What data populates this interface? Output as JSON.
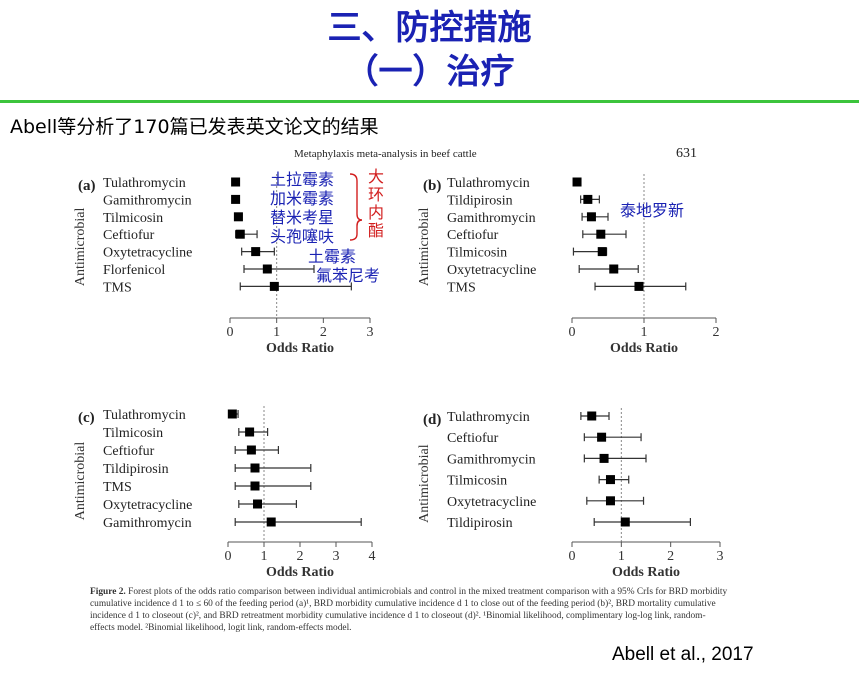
{
  "slide": {
    "title_line1": "三、防控措施",
    "title_line2": "（一）治疗",
    "intro": "Abell等分析了170篇已发表英文论文的结果",
    "citation": "Abell et al., 2017"
  },
  "colors": {
    "title": "#1a22b3",
    "rule": "#3cc43c",
    "annotation_blue": "#1a22b3",
    "annotation_red": "#d21e1e"
  },
  "figure": {
    "running_head": "Metaphylaxis meta-analysis in beef cattle",
    "page_number": "631",
    "caption_label": "Figure 2.",
    "caption_text": "Forest plots of the odds ratio comparison between individual antimicrobials and control in the mixed treatment comparison with a 95% CrIs for BRD morbidity cumulative incidence d 1 to ≤ 60 of the feeding period (a)¹, BRD morbidity cumulative incidence d 1 to close out of the feeding period (b)², BRD mortality cumulative incidence d 1 to closeout (c)², and BRD retreatment morbidity cumulative incidence d 1 to closeout (d)². ¹Binomial likelihood, complimentary log-log link, random-effects model. ²Binomial likelihood, logit link, random-effects model."
  },
  "annotations": {
    "a_blue": [
      "土拉霉素",
      "加米霉素",
      "替米考星",
      "头孢噻呋",
      "土霉素",
      "氟苯尼考"
    ],
    "a_red": [
      "大",
      "环",
      "内",
      "酯"
    ],
    "b_blue": "泰地罗新"
  },
  "chart_data": [
    {
      "type": "forest",
      "panel": "(a)",
      "xlabel": "Odds Ratio",
      "ylabel": "Antimicrobial",
      "xlim": [
        0,
        3
      ],
      "xticks": [
        "0",
        "1",
        "2",
        "3"
      ],
      "reference_line": 1,
      "rows": [
        {
          "label": "Tulathromycin",
          "or": 0.12,
          "lo": 0.08,
          "hi": 0.18
        },
        {
          "label": "Gamithromycin",
          "or": 0.12,
          "lo": 0.08,
          "hi": 0.16
        },
        {
          "label": "Tilmicosin",
          "or": 0.18,
          "lo": 0.12,
          "hi": 0.26
        },
        {
          "label": "Ceftiofur",
          "or": 0.22,
          "lo": 0.12,
          "hi": 0.58
        },
        {
          "label": "Oxytetracycline",
          "or": 0.55,
          "lo": 0.25,
          "hi": 0.95
        },
        {
          "label": "Florfenicol",
          "or": 0.8,
          "lo": 0.3,
          "hi": 1.8
        },
        {
          "label": "TMS",
          "or": 0.95,
          "lo": 0.22,
          "hi": 2.6
        }
      ]
    },
    {
      "type": "forest",
      "panel": "(b)",
      "xlabel": "Odds Ratio",
      "ylabel": "Antimicrobial",
      "xlim": [
        0,
        2
      ],
      "xticks": [
        "0",
        "1",
        "2"
      ],
      "reference_line": 1,
      "rows": [
        {
          "label": "Tulathromycin",
          "or": 0.07,
          "lo": 0.05,
          "hi": 0.1
        },
        {
          "label": "Tildipirosin",
          "or": 0.22,
          "lo": 0.12,
          "hi": 0.38
        },
        {
          "label": "Gamithromycin",
          "or": 0.27,
          "lo": 0.14,
          "hi": 0.5
        },
        {
          "label": "Ceftiofur",
          "or": 0.4,
          "lo": 0.15,
          "hi": 0.75
        },
        {
          "label": "Tilmicosin",
          "or": 0.42,
          "lo": 0.02,
          "hi": 0.48
        },
        {
          "label": "Oxytetracycline",
          "or": 0.58,
          "lo": 0.1,
          "hi": 0.92
        },
        {
          "label": "TMS",
          "or": 0.93,
          "lo": 0.32,
          "hi": 1.58
        }
      ]
    },
    {
      "type": "forest",
      "panel": "(c)",
      "xlabel": "Odds Ratio",
      "ylabel": "Antimicrobial",
      "xlim": [
        0,
        4
      ],
      "xticks": [
        "0",
        "1",
        "2",
        "3",
        "4"
      ],
      "reference_line": 1,
      "rows": [
        {
          "label": "Tulathromycin",
          "or": 0.12,
          "lo": 0.06,
          "hi": 0.28
        },
        {
          "label": "Tilmicosin",
          "or": 0.6,
          "lo": 0.3,
          "hi": 1.1
        },
        {
          "label": "Ceftiofur",
          "or": 0.65,
          "lo": 0.2,
          "hi": 1.4
        },
        {
          "label": "Tildipirosin",
          "or": 0.75,
          "lo": 0.2,
          "hi": 2.3
        },
        {
          "label": "TMS",
          "or": 0.75,
          "lo": 0.2,
          "hi": 2.3
        },
        {
          "label": "Oxytetracycline",
          "or": 0.82,
          "lo": 0.3,
          "hi": 1.9
        },
        {
          "label": "Gamithromycin",
          "or": 1.2,
          "lo": 0.2,
          "hi": 3.7
        }
      ]
    },
    {
      "type": "forest",
      "panel": "(d)",
      "xlabel": "Odds Ratio",
      "ylabel": "Antimicrobial",
      "xlim": [
        0,
        3
      ],
      "xticks": [
        "0",
        "1",
        "2",
        "3"
      ],
      "reference_line": 1,
      "rows": [
        {
          "label": "Tulathromycin",
          "or": 0.4,
          "lo": 0.18,
          "hi": 0.75
        },
        {
          "label": "Ceftiofur",
          "or": 0.6,
          "lo": 0.25,
          "hi": 1.4
        },
        {
          "label": "Gamithromycin",
          "or": 0.65,
          "lo": 0.25,
          "hi": 1.5
        },
        {
          "label": "Tilmicosin",
          "or": 0.78,
          "lo": 0.55,
          "hi": 1.15
        },
        {
          "label": "Oxytetracycline",
          "or": 0.78,
          "lo": 0.3,
          "hi": 1.45
        },
        {
          "label": "Tildipirosin",
          "or": 1.08,
          "lo": 0.45,
          "hi": 2.4
        }
      ]
    }
  ]
}
